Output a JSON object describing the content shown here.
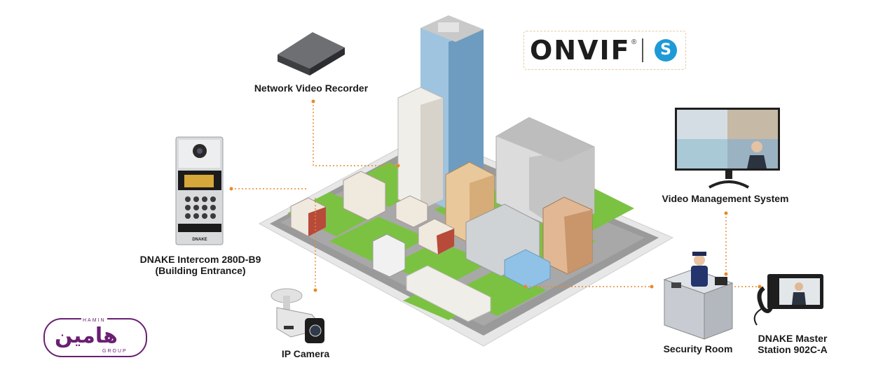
{
  "labels": {
    "nvr": "Network Video Recorder",
    "vms": "Video Management System",
    "intercom_line1": "DNAKE Intercom 280D-B9",
    "intercom_line2": "(Building Entrance)",
    "ip_camera": "IP Camera",
    "security_room": "Security Room",
    "master_line1": "DNAKE Master",
    "master_line2": "Station 902C-A"
  },
  "onvif": {
    "text": "ONVIF",
    "reg": "®",
    "profile": "S"
  },
  "logo": {
    "top": "HAMIN",
    "main": "هامین",
    "bottom": "GROUP"
  },
  "intercom_brand": "DNAKE",
  "colors": {
    "connector": "#e8892a",
    "green": "#7cc242",
    "road": "#8a8a8a",
    "logo": "#6a1f72",
    "onvif_blue": "#1e9ad6"
  }
}
